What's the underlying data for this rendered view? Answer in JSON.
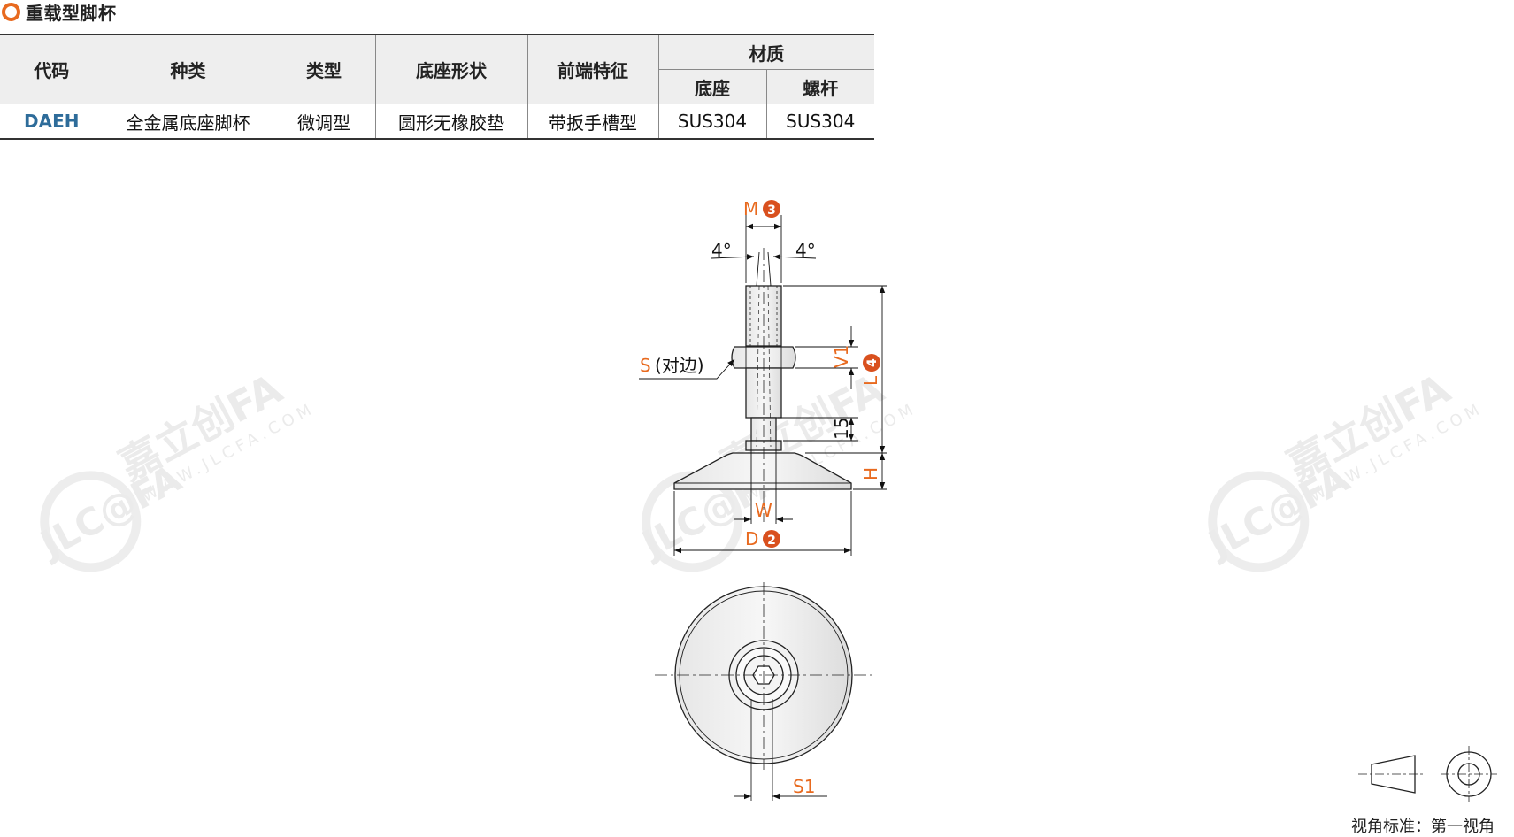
{
  "heading": {
    "title": "重载型脚杯"
  },
  "table": {
    "headers": [
      "代码",
      "种类",
      "类型",
      "底座形状",
      "前端特征"
    ],
    "material_header": "材质",
    "material_subheaders": [
      "底座",
      "螺杆"
    ],
    "row": [
      "DAEH",
      "全金属底座脚杯",
      "微调型",
      "圆形无橡胶垫",
      "带扳手槽型",
      "SUS304",
      "SUS304"
    ]
  },
  "drawing": {
    "label_m": "M",
    "badge_m": "3",
    "angle_left": "4°",
    "angle_right": "4°",
    "label_s": "S",
    "label_s_suffix": "(对边)",
    "label_v1": "V1",
    "label_l": "L",
    "badge_l": "4",
    "dim_15": "15",
    "label_h": "H",
    "label_w": "W",
    "label_d": "D",
    "badge_d": "2",
    "label_s1": "S1"
  },
  "watermark": {
    "brand": "JLC@FA",
    "brand_cn": "嘉立创FA",
    "url": "WWW.JLCFA.COM"
  },
  "view_standard": {
    "caption": "视角标准：第一视角"
  },
  "colors": {
    "accent": "#e86a1f",
    "badge": "#d9501e",
    "code": "#2e6c9a",
    "header_bg": "#eeeeee"
  }
}
